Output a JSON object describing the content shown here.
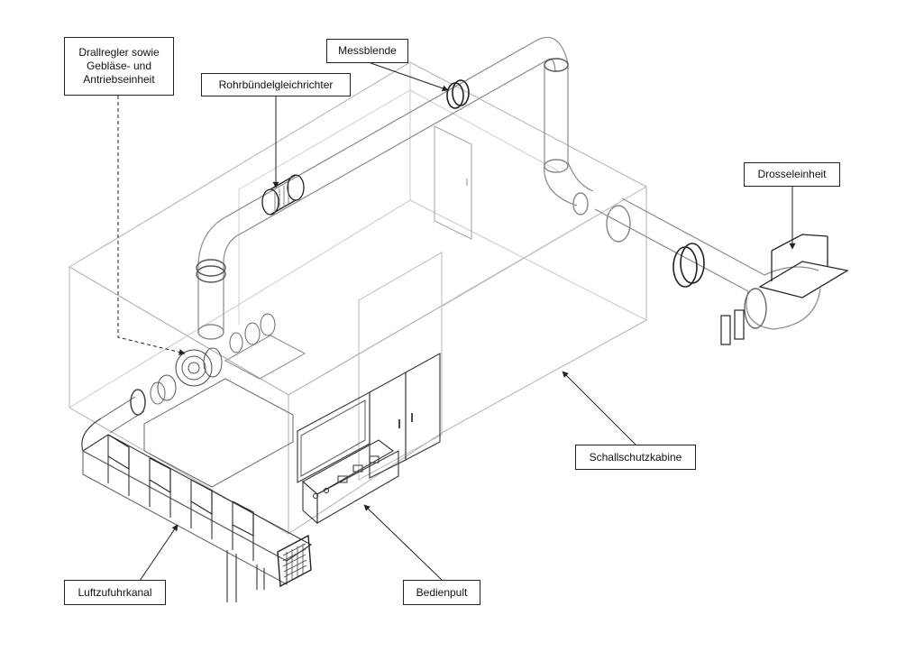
{
  "labels": {
    "drallregler": {
      "line1": "Drallregler sowie",
      "line2": "Gebläse- und",
      "line3": "Antriebseinheit"
    },
    "rohrbuendel": "Rohrbündelgleichrichter",
    "messblende": "Messblende",
    "drossel": "Drosseleinheit",
    "schallschutz": "Schallschutzkabine",
    "luftzufuhr": "Luftzufuhrkanal",
    "bedienpult": "Bedienpult"
  },
  "colors": {
    "line": "#333333",
    "ghost": "#a8a8a8",
    "leader": "#222222"
  }
}
